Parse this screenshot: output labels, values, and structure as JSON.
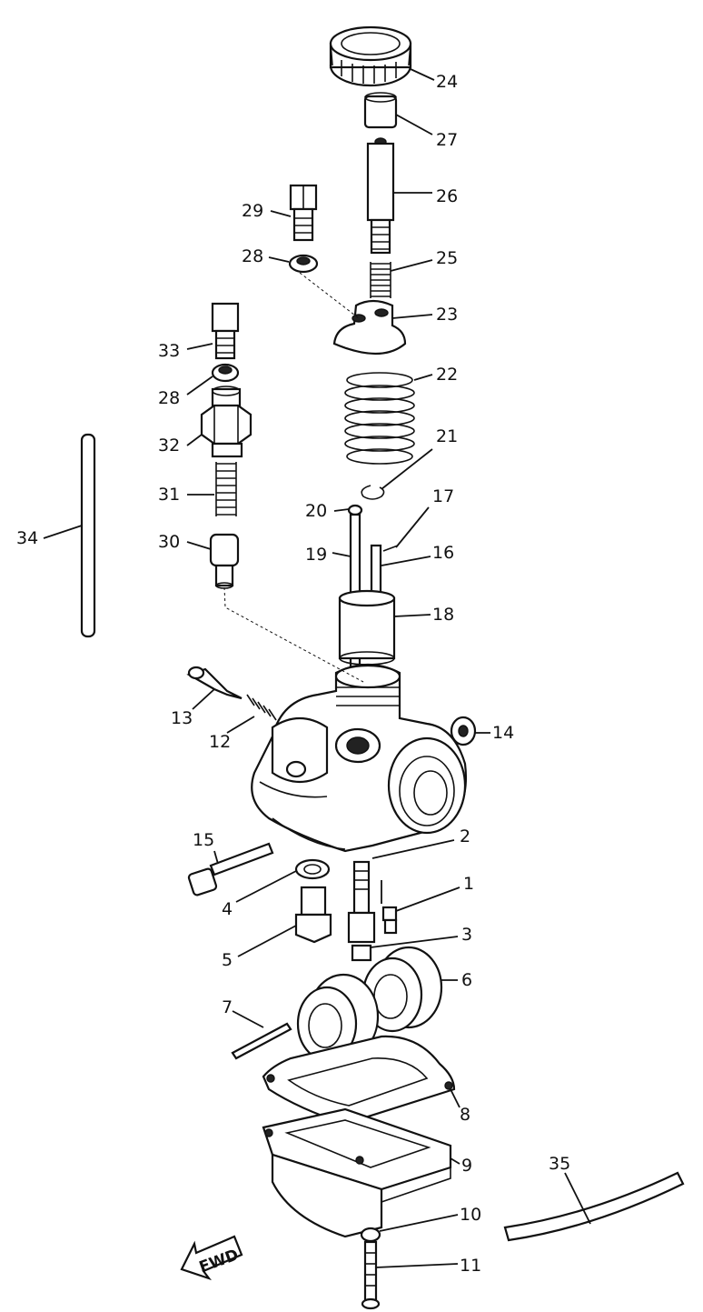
{
  "callouts": [
    {
      "id": "c24",
      "label": "24"
    },
    {
      "id": "c27",
      "label": "27"
    },
    {
      "id": "c26",
      "label": "26"
    },
    {
      "id": "c29",
      "label": "29"
    },
    {
      "id": "c28a",
      "label": "28"
    },
    {
      "id": "c25",
      "label": "25"
    },
    {
      "id": "c23",
      "label": "23"
    },
    {
      "id": "c33",
      "label": "33"
    },
    {
      "id": "c28b",
      "label": "28"
    },
    {
      "id": "c22",
      "label": "22"
    },
    {
      "id": "c32",
      "label": "32"
    },
    {
      "id": "c21",
      "label": "21"
    },
    {
      "id": "c34",
      "label": "34"
    },
    {
      "id": "c31",
      "label": "31"
    },
    {
      "id": "c20",
      "label": "20"
    },
    {
      "id": "c17",
      "label": "17"
    },
    {
      "id": "c30",
      "label": "30"
    },
    {
      "id": "c19",
      "label": "19"
    },
    {
      "id": "c16",
      "label": "16"
    },
    {
      "id": "c18",
      "label": "18"
    },
    {
      "id": "c13",
      "label": "13"
    },
    {
      "id": "c12",
      "label": "12"
    },
    {
      "id": "c14",
      "label": "14"
    },
    {
      "id": "c15",
      "label": "15"
    },
    {
      "id": "c2",
      "label": "2"
    },
    {
      "id": "c1",
      "label": "1"
    },
    {
      "id": "c4",
      "label": "4"
    },
    {
      "id": "c3",
      "label": "3"
    },
    {
      "id": "c5",
      "label": "5"
    },
    {
      "id": "c6",
      "label": "6"
    },
    {
      "id": "c7",
      "label": "7"
    },
    {
      "id": "c8",
      "label": "8"
    },
    {
      "id": "c9",
      "label": "9"
    },
    {
      "id": "c35",
      "label": "35"
    },
    {
      "id": "c10",
      "label": "10"
    },
    {
      "id": "c11",
      "label": "11"
    }
  ],
  "direction_arrow": {
    "label": "FWD"
  }
}
